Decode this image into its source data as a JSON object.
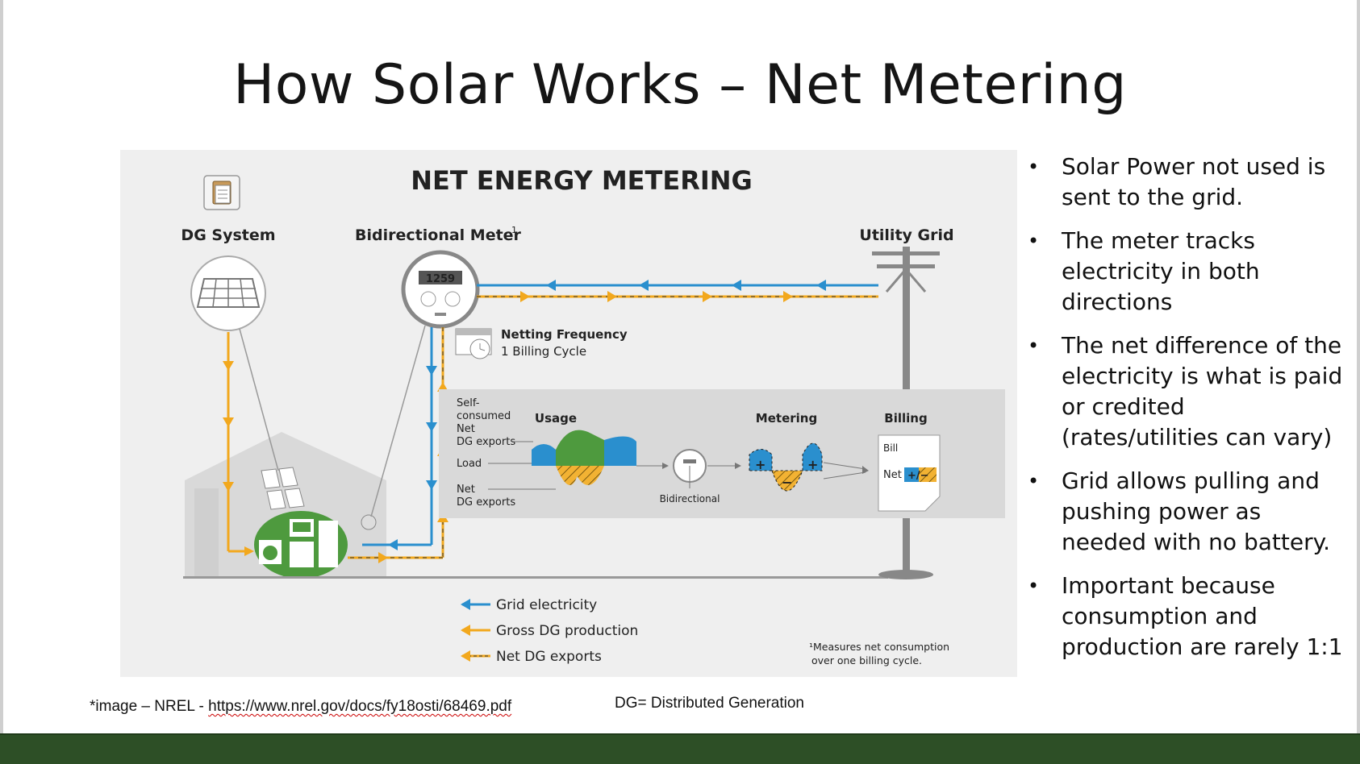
{
  "slide": {
    "title": "How Solar Works – Net Metering"
  },
  "diagram": {
    "heading": "NET ENERGY METERING",
    "dg_system_label": "DG System",
    "meter_label": "Bidirectional Meter",
    "meter_superscript": "1",
    "meter_display": "1259",
    "utility_grid_label": "Utility Grid",
    "netting_frequency_title": "Netting Frequency",
    "netting_frequency_value": "1 Billing Cycle",
    "panel": {
      "self_consumed": [
        "Self-",
        "consumed",
        "Net",
        "DG exports"
      ],
      "load_label": "Load",
      "net_exports": [
        "Net",
        "DG exports"
      ],
      "usage_title": "Usage",
      "metering_title": "Metering",
      "billing_title": "Billing",
      "bidirectional_label": "Bidirectional",
      "bill_label": "Bill",
      "net_label": "Net",
      "plus_sign": "+",
      "minus_sign": "−",
      "bill_value": "+/−"
    },
    "legend": [
      {
        "label": "Grid electricity",
        "color": "#2a8fce"
      },
      {
        "label": "Gross DG production",
        "color": "#f2a81d"
      },
      {
        "label": "Net DG exports",
        "color": "#f2a81d"
      }
    ],
    "footnote_lines": [
      "¹Measures net consumption",
      "over one billing cycle."
    ],
    "colors": {
      "grid": "#2a8fce",
      "solar": "#f2a81d",
      "green": "#4e9a3e",
      "house": "#d9d9d9"
    }
  },
  "bullets": [
    "Solar Power not used is sent to the grid.",
    "The meter tracks electricity in both directions",
    "The net difference of the electricity is what is paid or credited (rates/utilities can vary)",
    "Grid allows pulling and pushing power as needed with no battery.",
    "Important because consumption and production are rarely 1:1"
  ],
  "footnotes": {
    "source_prefix": "*image – NREL - ",
    "source_url": "https://www.nrel.gov/docs/fy18osti/68469.pdf",
    "dg_definition": "DG= Distributed Generation"
  }
}
